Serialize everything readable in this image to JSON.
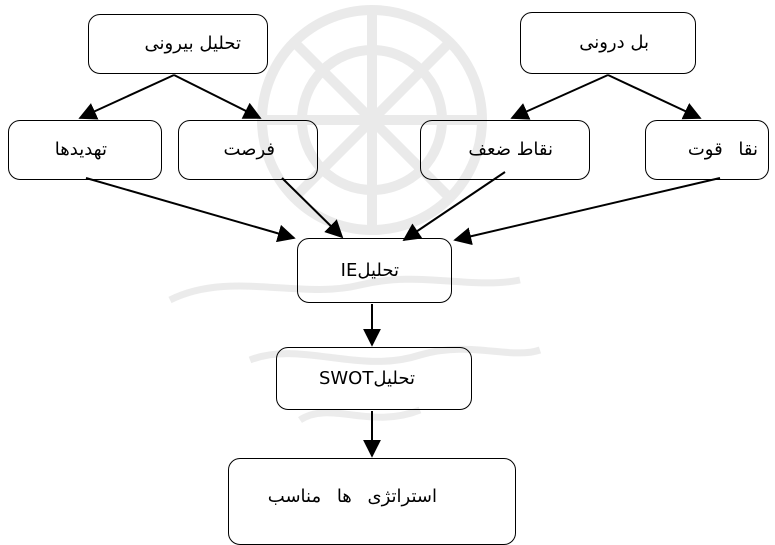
{
  "diagram": {
    "nodes": {
      "external_analysis": "تحلیل بیرونی",
      "internal_analysis": "بل درونی",
      "threats": "تهدیدها",
      "opportunities": "فرصت",
      "weaknesses": "نقاط ضعف",
      "strengths": "نقا  قوت",
      "ie_analysis": "IEتحلیل",
      "swot_analysis": "SWOTتحلیل",
      "strategies": "استراتژی ها  مناسب"
    },
    "edges": [
      {
        "from": "external_analysis",
        "to": "threats"
      },
      {
        "from": "external_analysis",
        "to": "opportunities"
      },
      {
        "from": "internal_analysis",
        "to": "weaknesses"
      },
      {
        "from": "internal_analysis",
        "to": "strengths"
      },
      {
        "from": "threats",
        "to": "ie_analysis"
      },
      {
        "from": "opportunities",
        "to": "ie_analysis"
      },
      {
        "from": "weaknesses",
        "to": "ie_analysis"
      },
      {
        "from": "strengths",
        "to": "ie_analysis"
      },
      {
        "from": "ie_analysis",
        "to": "swot_analysis"
      },
      {
        "from": "swot_analysis",
        "to": "strategies"
      }
    ],
    "colors": {
      "stroke": "#000000",
      "watermark": "#d0d0d0"
    }
  }
}
